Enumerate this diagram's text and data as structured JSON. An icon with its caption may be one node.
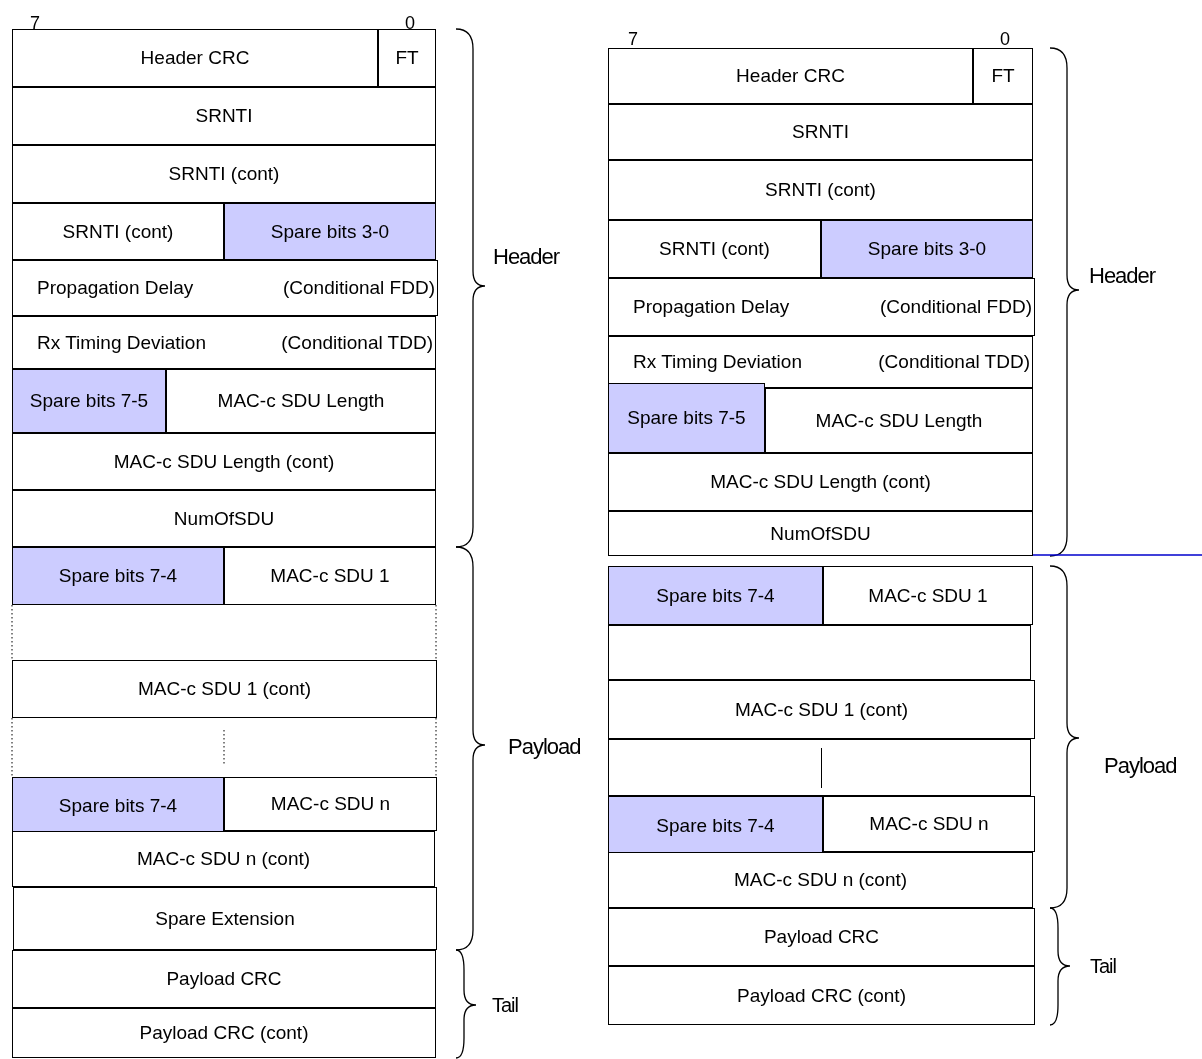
{
  "diagram": {
    "nodes": [
      {
        "text": [
          "Header CRC"
        ]
      },
      {
        "text": [
          "FT"
        ]
      },
      {
        "text": [
          "SRNTI"
        ]
      },
      {
        "text": [
          "SRNTI (cont)"
        ]
      },
      {
        "text": [
          "SRNTI (cont)"
        ]
      },
      {
        "text": [
          "Spare bits 3-0"
        ]
      },
      {
        "text": [
          "Propagation Delay",
          "(Conditional FDD)"
        ]
      },
      {
        "text": [
          "Rx Timing Deviation",
          "(Conditional TDD)"
        ]
      },
      {
        "text": [
          "Spare bits 7-5"
        ]
      },
      {
        "text": [
          "MAC-c SDU Length"
        ]
      },
      {
        "text": [
          "MAC-c SDU Length (cont)"
        ]
      },
      {
        "text": [
          "NumOfSDU"
        ]
      },
      {
        "text": [
          "Spare bits 7-4"
        ]
      },
      {
        "text": [
          "MAC-c SDU 1"
        ]
      },
      {
        "text": [
          "MAC-c SDU 1 (cont)"
        ]
      },
      {
        "text": [
          "Spare bits 7-4"
        ]
      },
      {
        "text": [
          "MAC-c SDU n"
        ]
      },
      {
        "text": [
          "MAC-c SDU n (cont)"
        ]
      },
      {
        "text": [
          "Spare Extension"
        ]
      },
      {
        "text": [
          "Payload CRC"
        ]
      },
      {
        "text": [
          "Payload CRC (cont)"
        ]
      },
      {
        "text": [
          "Header CRC"
        ]
      },
      {
        "text": [
          "FT"
        ]
      },
      {
        "text": [
          "SRNTI"
        ]
      },
      {
        "text": [
          "SRNTI (cont)"
        ]
      },
      {
        "text": [
          "SRNTI (cont)"
        ]
      },
      {
        "text": [
          "Spare bits 3-0"
        ]
      },
      {
        "text": [
          "Propagation Delay",
          "(Conditional FDD)"
        ]
      },
      {
        "text": [
          "Rx Timing Deviation",
          "(Conditional TDD)"
        ]
      },
      {
        "text": [
          "Spare bits 7-5"
        ]
      },
      {
        "text": [
          "MAC-c SDU Length"
        ]
      },
      {
        "text": [
          "MAC-c SDU Length (cont)"
        ]
      },
      {
        "text": [
          "NumOfSDU"
        ]
      },
      {
        "text": [
          "Spare bits 7-4"
        ]
      },
      {
        "text": [
          "MAC-c SDU 1"
        ]
      },
      {
        "text": [],
        "shape": "box"
      },
      {
        "text": [
          "MAC-c SDU 1 (cont)"
        ]
      },
      {
        "text": [],
        "shape": "box"
      },
      {
        "text": [
          "Spare bits 7-4"
        ]
      },
      {
        "text": [
          "MAC-c SDU n"
        ]
      },
      {
        "text": [
          "MAC-c SDU n (cont)"
        ]
      },
      {
        "text": [
          "Payload CRC"
        ]
      },
      {
        "text": [
          "Payload CRC (cont)"
        ]
      }
    ],
    "edges": [],
    "labels": [
      "7",
      "0",
      "Header",
      "Payload",
      "Tail",
      "7",
      "0",
      "Header",
      "Payload",
      "Tail"
    ]
  }
}
